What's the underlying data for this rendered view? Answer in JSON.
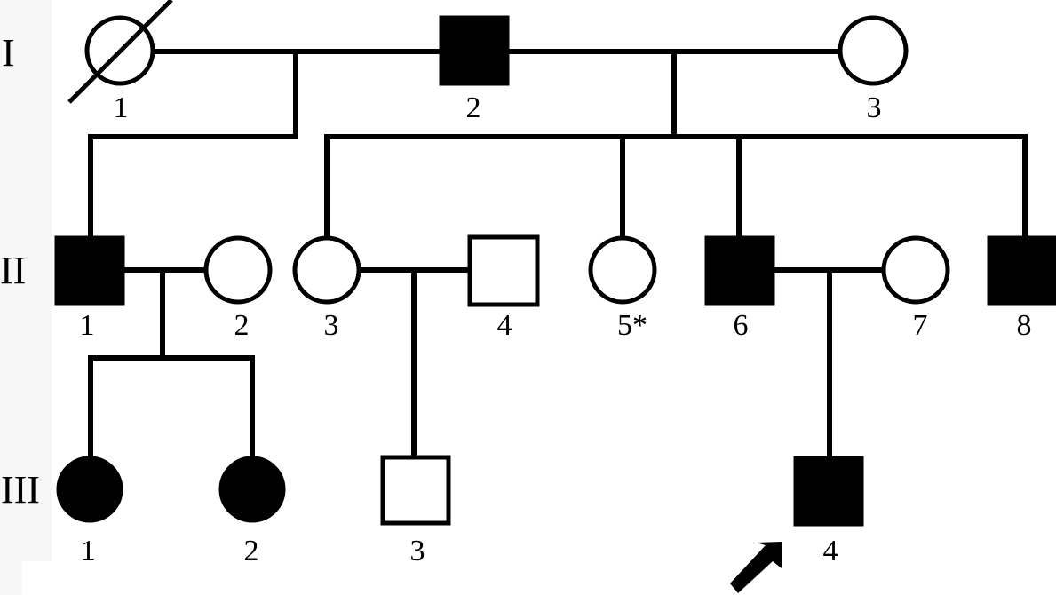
{
  "diagram": {
    "type": "pedigree",
    "generations": [
      {
        "label": "I",
        "individuals": [
          {
            "id": "I-1",
            "number": "1",
            "sex": "female",
            "affected": false,
            "deceased": true
          },
          {
            "id": "I-2",
            "number": "2",
            "sex": "male",
            "affected": true,
            "deceased": false
          },
          {
            "id": "I-3",
            "number": "3",
            "sex": "female",
            "affected": false,
            "deceased": false
          }
        ]
      },
      {
        "label": "II",
        "individuals": [
          {
            "id": "II-1",
            "number": "1",
            "sex": "male",
            "affected": true
          },
          {
            "id": "II-2",
            "number": "2",
            "sex": "female",
            "affected": false
          },
          {
            "id": "II-3",
            "number": "3",
            "sex": "female",
            "affected": false
          },
          {
            "id": "II-4",
            "number": "4",
            "sex": "male",
            "affected": false
          },
          {
            "id": "II-5",
            "number": "5*",
            "sex": "female",
            "affected": false
          },
          {
            "id": "II-6",
            "number": "6",
            "sex": "male",
            "affected": true
          },
          {
            "id": "II-7",
            "number": "7",
            "sex": "female",
            "affected": false
          },
          {
            "id": "II-8",
            "number": "8",
            "sex": "male",
            "affected": true
          }
        ]
      },
      {
        "label": "III",
        "individuals": [
          {
            "id": "III-1",
            "number": "1",
            "sex": "female",
            "affected": true
          },
          {
            "id": "III-2",
            "number": "2",
            "sex": "female",
            "affected": true
          },
          {
            "id": "III-3",
            "number": "3",
            "sex": "male",
            "affected": false
          },
          {
            "id": "III-4",
            "number": "4",
            "sex": "male",
            "affected": true,
            "proband": true
          }
        ]
      }
    ],
    "matings": [
      {
        "partners": [
          "I-1",
          "I-2"
        ],
        "children": [
          "II-1"
        ]
      },
      {
        "partners": [
          "I-2",
          "I-3"
        ],
        "children": [
          "II-3",
          "II-5",
          "II-6",
          "II-8"
        ]
      },
      {
        "partners": [
          "II-1",
          "II-2"
        ],
        "children": [
          "III-1",
          "III-2"
        ]
      },
      {
        "partners": [
          "II-3",
          "II-4"
        ],
        "children": [
          "III-3"
        ]
      },
      {
        "partners": [
          "II-6",
          "II-7"
        ],
        "children": [
          "III-4"
        ]
      }
    ],
    "colors": {
      "affected": "#000000",
      "unaffected": "#ffffff",
      "line": "#000000",
      "side_band": "#f7f7f7"
    }
  }
}
